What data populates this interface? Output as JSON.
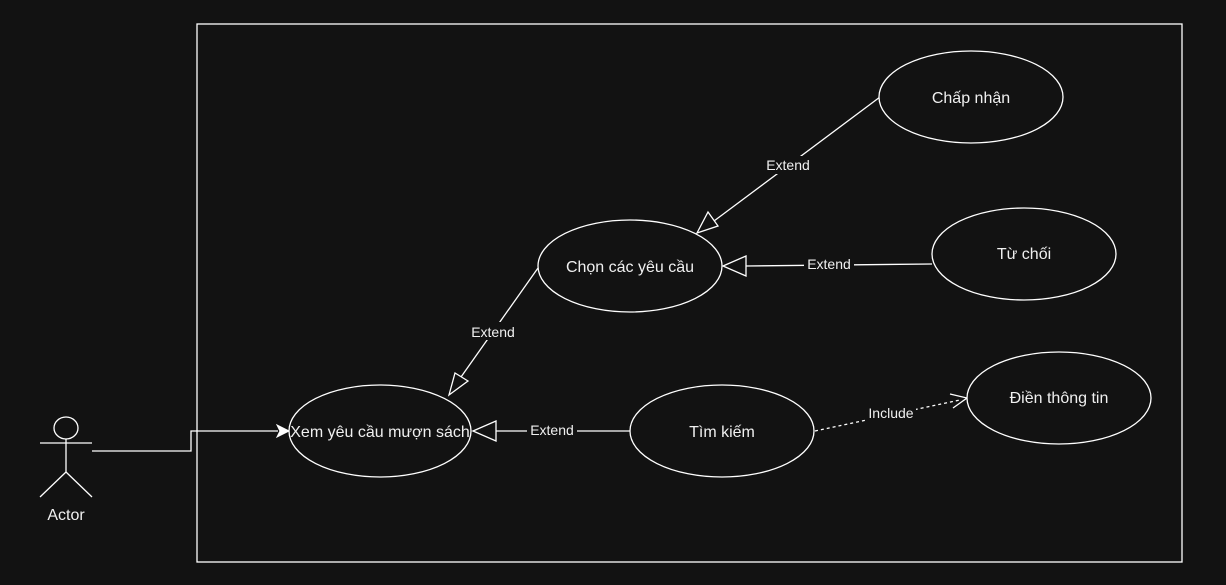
{
  "diagram": {
    "actor": {
      "label": "Actor"
    },
    "use_cases": {
      "view_requests": "Xem yêu cầu mượn sách",
      "select_requests": "Chọn các yêu cầu",
      "accept": "Chấp nhận",
      "reject": "Từ chối",
      "search": "Tìm kiếm",
      "fill_info": "Điền thông tin"
    },
    "relations": {
      "select_extends_view": "Extend",
      "accept_extends_select": "Extend",
      "reject_extends_select": "Extend",
      "search_extends_view": "Extend",
      "search_includes_fill": "Include"
    },
    "colors": {
      "background": "#121212",
      "line": "#ffffff",
      "text": "#f0f0f0"
    }
  }
}
